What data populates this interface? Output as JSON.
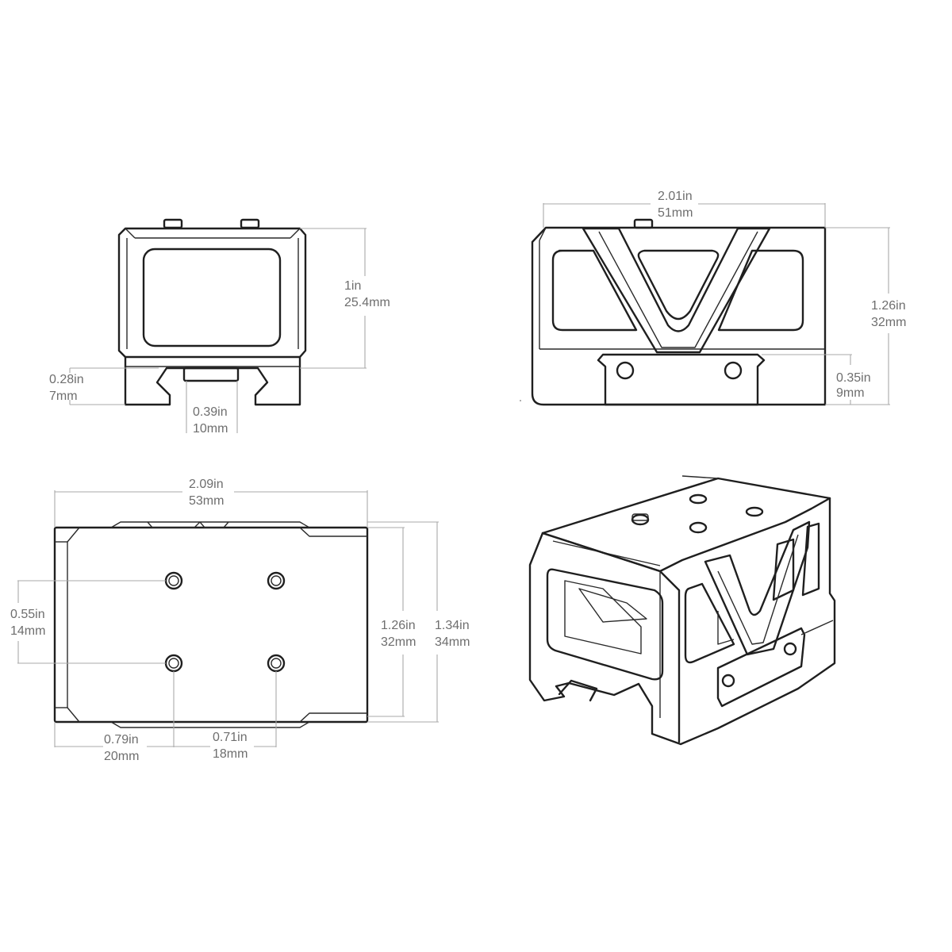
{
  "views": {
    "front": {
      "height": {
        "inch": "1in",
        "mm": "25.4mm"
      },
      "rail_depth": {
        "inch": "0.28in",
        "mm": "7mm"
      },
      "lug_width": {
        "inch": "0.39in",
        "mm": "10mm"
      }
    },
    "side": {
      "length": {
        "inch": "2.01in",
        "mm": "51mm"
      },
      "height": {
        "inch": "1.26in",
        "mm": "32mm"
      },
      "clamp_height": {
        "inch": "0.35in",
        "mm": "9mm"
      }
    },
    "top": {
      "length": {
        "inch": "2.09in",
        "mm": "53mm"
      },
      "hole_spacing_y": {
        "inch": "0.55in",
        "mm": "14mm"
      },
      "width_inner": {
        "inch": "1.26in",
        "mm": "32mm"
      },
      "width_outer": {
        "inch": "1.34in",
        "mm": "34mm"
      },
      "hole_offset_x": {
        "inch": "0.79in",
        "mm": "20mm"
      },
      "hole_spacing_x": {
        "inch": "0.71in",
        "mm": "18mm"
      }
    },
    "isometric": {}
  },
  "colors": {
    "outline": "#1f1f1f",
    "dimension": "#a9a9a9",
    "label": "#6e6e6e",
    "background": "#ffffff"
  }
}
